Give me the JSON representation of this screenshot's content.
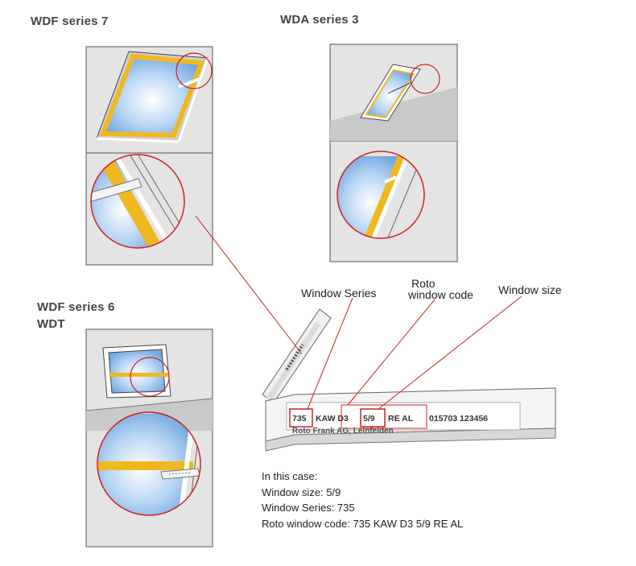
{
  "headings": {
    "wdf7": "WDF series 7",
    "wda3": "WDA series 3",
    "wdf6": "WDF series 6",
    "wdt": "WDT"
  },
  "callouts": {
    "series": "Window Series",
    "code_line1": "Roto",
    "code_line2": "window code",
    "size": "Window size"
  },
  "plate": {
    "code_series": "735",
    "code_type": "KAW D3",
    "code_size": "5/9",
    "code_rest": "RE AL",
    "serial": "015703 123456",
    "maker": "Roto Frank AG, Leinfelden"
  },
  "summary": {
    "intro": "In this case:",
    "size_line": "Window size: 5/9",
    "series_line": "Window Series: 735",
    "code_line": "Roto window code: 735 KAW D3 5/9 RE AL"
  },
  "colors": {
    "highlight_red": "#cc2222",
    "frame_yellow": "#f0b820",
    "glass_blue": "#7fb2e6",
    "wall_grey": "#e2e2e2"
  }
}
